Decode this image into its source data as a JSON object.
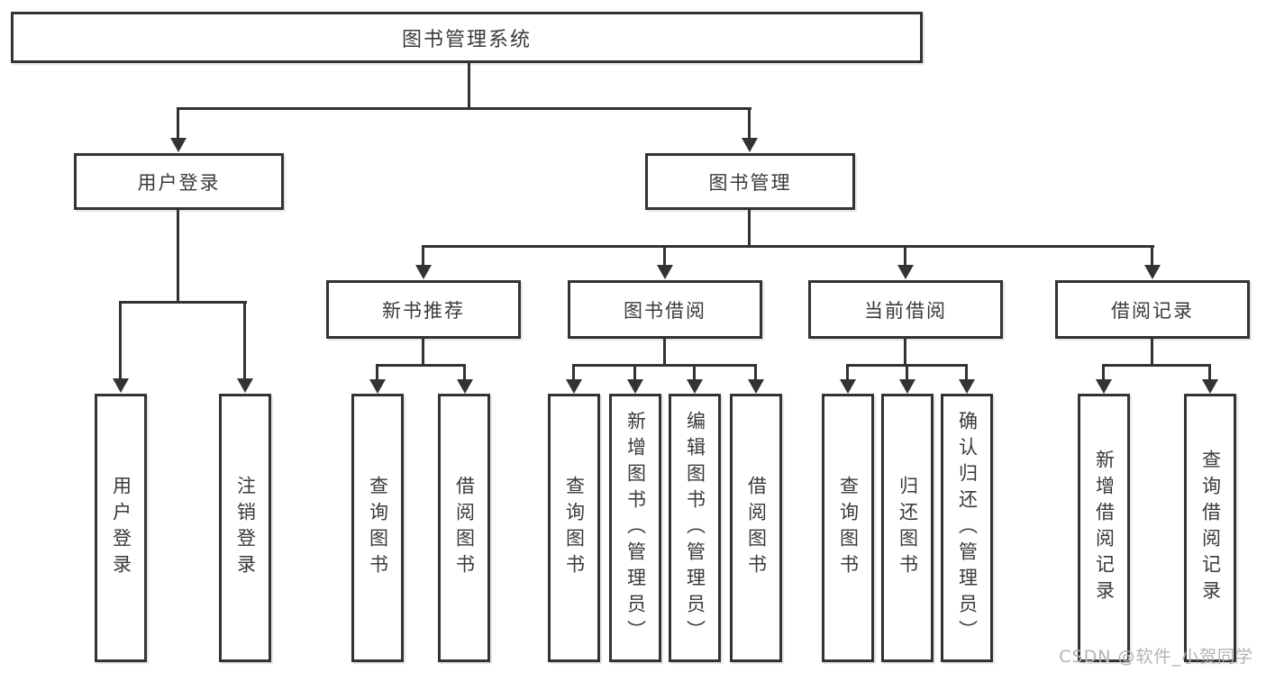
{
  "diagram": {
    "root": {
      "label": "图书管理系统"
    },
    "branches": [
      {
        "label": "用户登录",
        "leaves": [
          {
            "label": "用户登录"
          },
          {
            "label": "注销登录"
          }
        ]
      },
      {
        "label": "图书管理",
        "sections": [
          {
            "label": "新书推荐",
            "leaves": [
              {
                "label": "查询图书"
              },
              {
                "label": "借阅图书"
              }
            ]
          },
          {
            "label": "图书借阅",
            "leaves": [
              {
                "label": "查询图书"
              },
              {
                "label": "新增图书（管理员）"
              },
              {
                "label": "编辑图书（管理员）"
              },
              {
                "label": "借阅图书"
              }
            ]
          },
          {
            "label": "当前借阅",
            "leaves": [
              {
                "label": "查询图书"
              },
              {
                "label": "归还图书"
              },
              {
                "label": "确认归还（管理员）"
              }
            ]
          },
          {
            "label": "借阅记录",
            "leaves": [
              {
                "label": "新增借阅记录"
              },
              {
                "label": "查询借阅记录"
              }
            ]
          }
        ]
      }
    ]
  },
  "watermark": {
    "text": "CSDN @软件_小贺同学"
  },
  "colors": {
    "line": "#333333",
    "text": "#3a3a3a",
    "background": "#ffffff",
    "watermark": "#b3b3b3"
  }
}
